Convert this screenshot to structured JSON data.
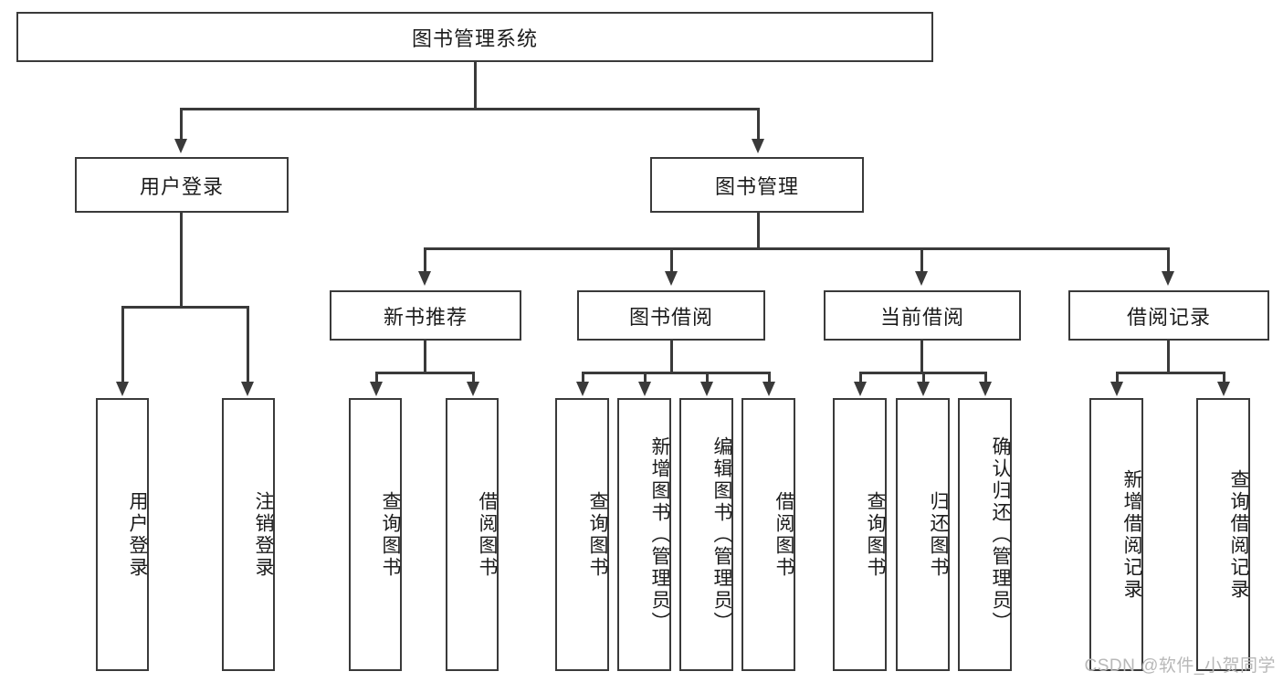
{
  "diagram": {
    "type": "tree",
    "title": "图书管理系统",
    "watermark": "CSDN @软件_小贺同学",
    "colors": {
      "box_border": "#3a3a3a",
      "box_fill": "#ffffff",
      "text": "#1b1b1b",
      "connector": "#3a3a3a",
      "watermark": "#b8b8b8",
      "background": "#ffffff"
    },
    "root": {
      "label": "图书管理系统",
      "children": [
        {
          "label": "用户登录",
          "children": [
            {
              "label": "用户登录"
            },
            {
              "label": "注销登录"
            }
          ]
        },
        {
          "label": "图书管理",
          "children": [
            {
              "label": "新书推荐",
              "children": [
                {
                  "label": "查询图书"
                },
                {
                  "label": "借阅图书"
                }
              ]
            },
            {
              "label": "图书借阅",
              "children": [
                {
                  "label": "查询图书"
                },
                {
                  "label": "新增图书（管理员）"
                },
                {
                  "label": "编辑图书（管理员）"
                },
                {
                  "label": "借阅图书"
                }
              ]
            },
            {
              "label": "当前借阅",
              "children": [
                {
                  "label": "查询图书"
                },
                {
                  "label": "归还图书"
                },
                {
                  "label": "确认归还（管理员）"
                }
              ]
            },
            {
              "label": "借阅记录",
              "children": [
                {
                  "label": "新增借阅记录"
                },
                {
                  "label": "查询借阅记录"
                }
              ]
            }
          ]
        }
      ]
    },
    "nodes": {
      "root": "图书管理系统",
      "l2_user_login": "用户登录",
      "l2_book_mgmt": "图书管理",
      "l3_new_book_rec": "新书推荐",
      "l3_book_borrow": "图书借阅",
      "l3_current_borrow": "当前借阅",
      "l3_borrow_record": "借阅记录",
      "leaf_user_login": "用户登录",
      "leaf_logout": "注销登录",
      "leaf_rec_query_book": "查询图书",
      "leaf_rec_borrow_book": "借阅图书",
      "leaf_borrow_query_book": "查询图书",
      "leaf_borrow_add_book": "新增图书（管理员）",
      "leaf_borrow_edit_book": "编辑图书（管理员）",
      "leaf_borrow_borrow_book": "借阅图书",
      "leaf_cur_query_book": "查询图书",
      "leaf_cur_return_book": "归还图书",
      "leaf_cur_confirm_return": "确认归还（管理员）",
      "leaf_rec_add_record": "新增借阅记录",
      "leaf_rec_query_record": "查询借阅记录"
    }
  }
}
